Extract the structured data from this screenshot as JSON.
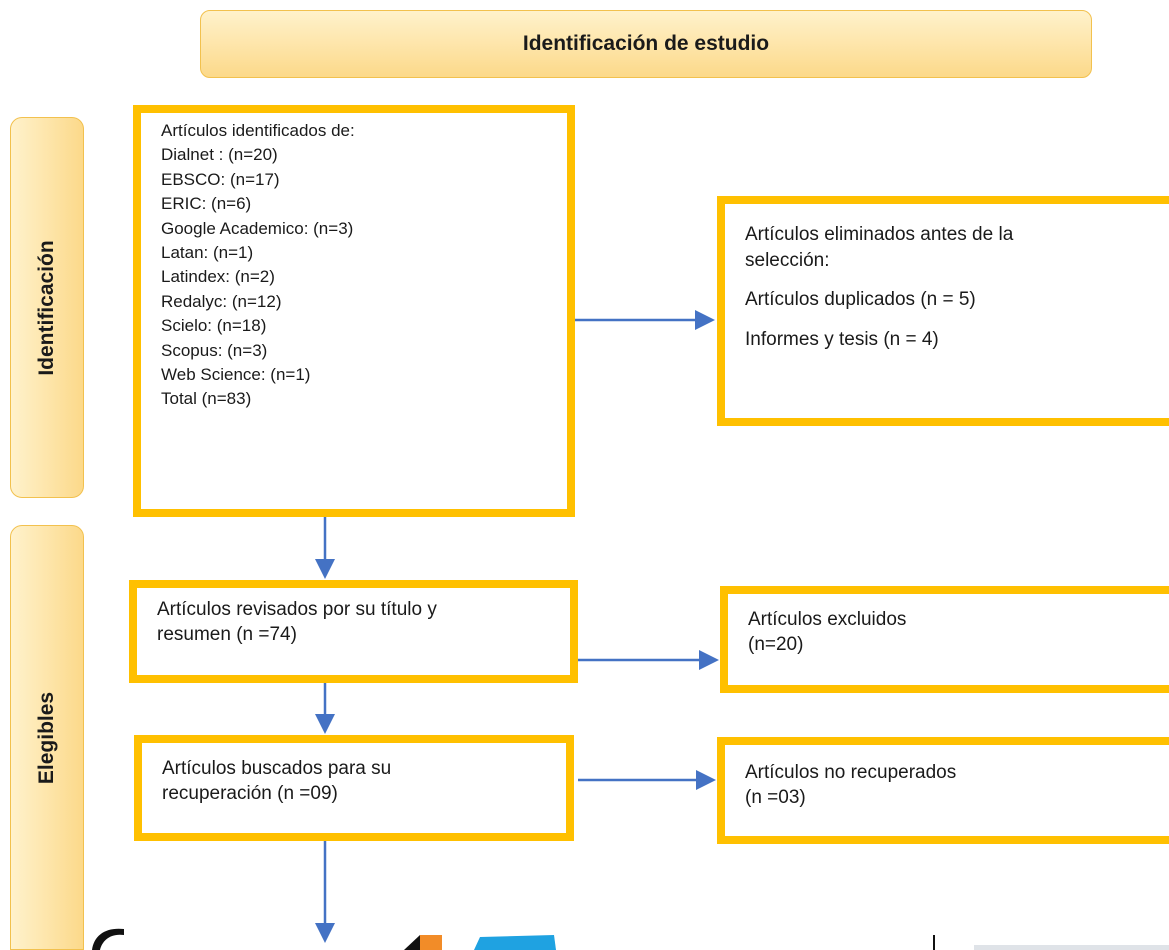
{
  "header": {
    "title": "Identificación de estudio"
  },
  "phases": {
    "identification": "Identificación",
    "eligible": "Elegibles"
  },
  "sources_box": {
    "heading": "Artículos identificados de:",
    "items": [
      "Dialnet : (n=20)",
      "EBSCO: (n=17)",
      "ERIC: (n=6)",
      "Google Academico: (n=3)",
      "Latan: (n=1)",
      "Latindex: (n=2)",
      "Redalyc: (n=12)",
      "Scielo: (n=18)",
      "Scopus: (n=3)",
      "Web Science: (n=1)",
      "Total (n=83)"
    ]
  },
  "removed_box": {
    "line1": "Artículos eliminados antes de la",
    "line2": "selección:",
    "duplicates": "Artículos duplicados (n = 5)",
    "reports": "Informes y tesis (n = 4)"
  },
  "screened_box": {
    "line1": "Artículos revisados por su título y",
    "line2": "resumen (n =74)"
  },
  "excluded_box": {
    "line1": "Artículos excluidos",
    "line2": "(n=20)"
  },
  "sought_box": {
    "line1_words": [
      "Artículos buscados",
      "para",
      "su"
    ],
    "line2": "recuperación (n =09)"
  },
  "notretrieved_box": {
    "line1": "Artículos no recuperados",
    "line2": "(n =03)"
  },
  "colors": {
    "box_border": "#ffc000",
    "arrow": "#4472c4",
    "phase_fill": "#fcd98a"
  }
}
